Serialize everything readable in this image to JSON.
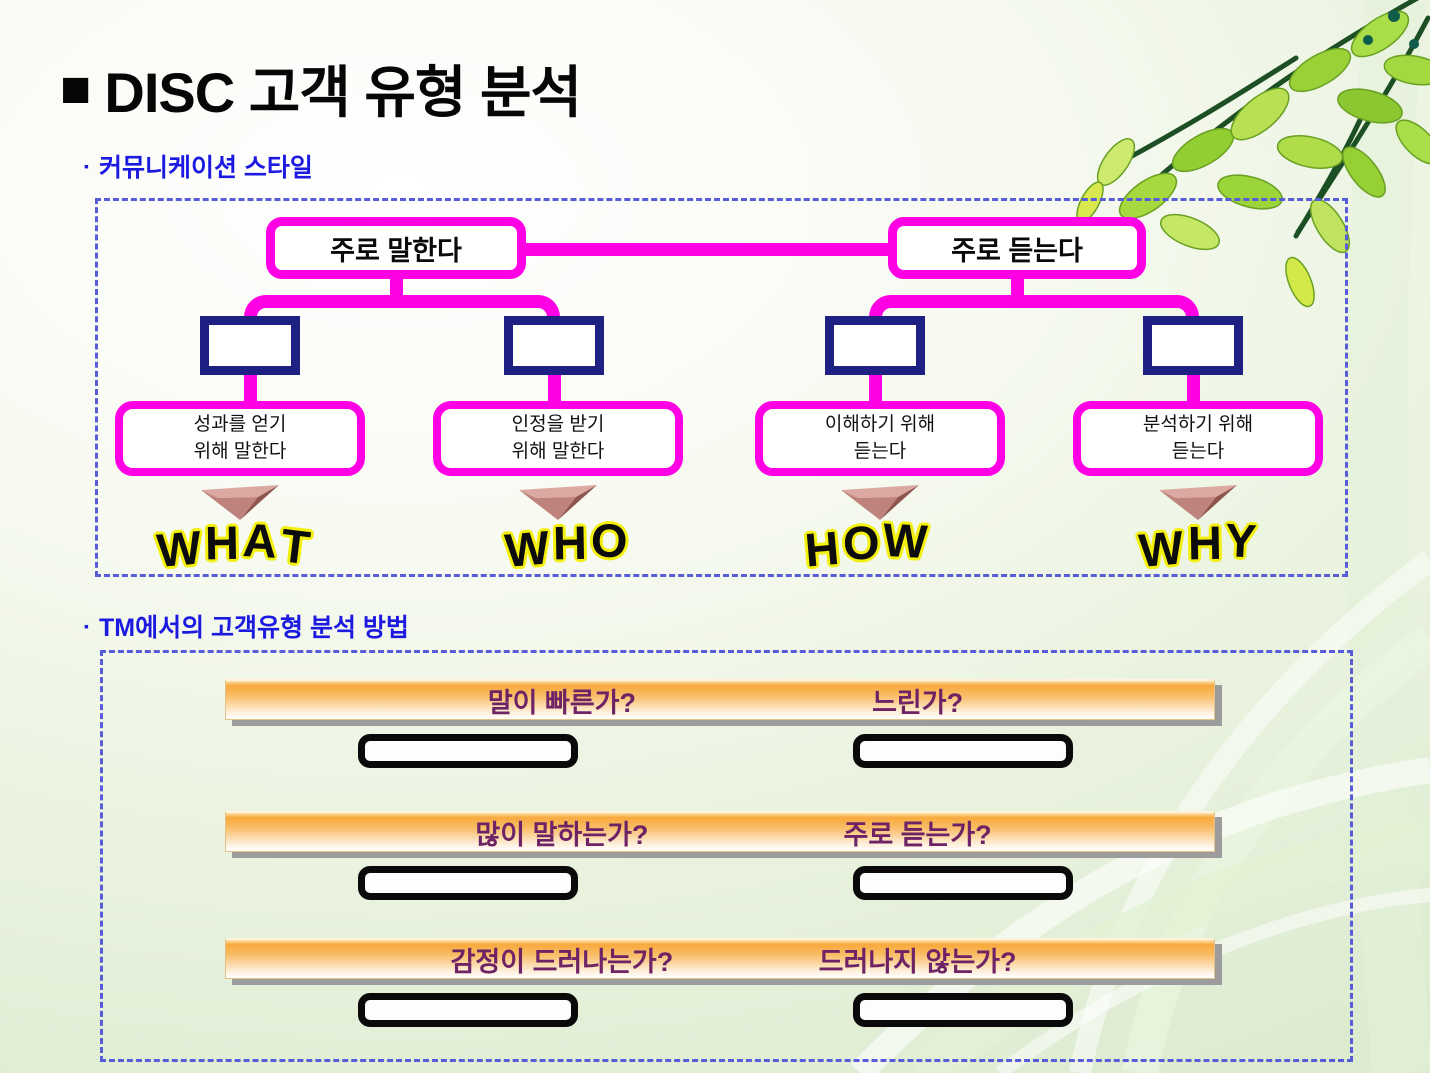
{
  "title": {
    "bullet": "■",
    "text": "DISC 고객 유형 분석"
  },
  "sections": {
    "communication": {
      "bullet": "▪",
      "heading": "커뮤니케이션 스타일"
    },
    "tm": {
      "bullet": "▪",
      "heading": "TM에서의 고객유형 분석 방법"
    }
  },
  "flowchart": {
    "roots": [
      {
        "label": "주로 말한다"
      },
      {
        "label": "주로 듣는다"
      }
    ],
    "branches": [
      {
        "reason_line1": "성과를 얻기",
        "reason_line2": "위해 말한다",
        "keyword": "WHAT"
      },
      {
        "reason_line1": "인정을 받기",
        "reason_line2": "위해 말한다",
        "keyword": "WHO"
      },
      {
        "reason_line1": "이해하기 위해",
        "reason_line2": "듣는다",
        "keyword": "HOW"
      },
      {
        "reason_line1": "분석하기 위해",
        "reason_line2": "듣는다",
        "keyword": "WHY"
      }
    ]
  },
  "analysis": {
    "rows": [
      {
        "question_left": "말이 빠른가?",
        "question_right": "느린가?"
      },
      {
        "question_left": "많이 말하는가?",
        "question_right": "주로 듣는가?"
      },
      {
        "question_left": "감정이 드러나는가?",
        "question_right": "드러나지 않는가?"
      }
    ]
  },
  "colors": {
    "magenta": "#FF00E4",
    "navy": "#1E2183",
    "heading_blue": "#1C1AE0",
    "dotted_border": "#575CD8",
    "bar_orange": "#F6AC42",
    "bar_text_purple": "#6D2365",
    "keyword_outline_yellow": "#F3EF0E",
    "arrow_rose": "#BE837C"
  }
}
